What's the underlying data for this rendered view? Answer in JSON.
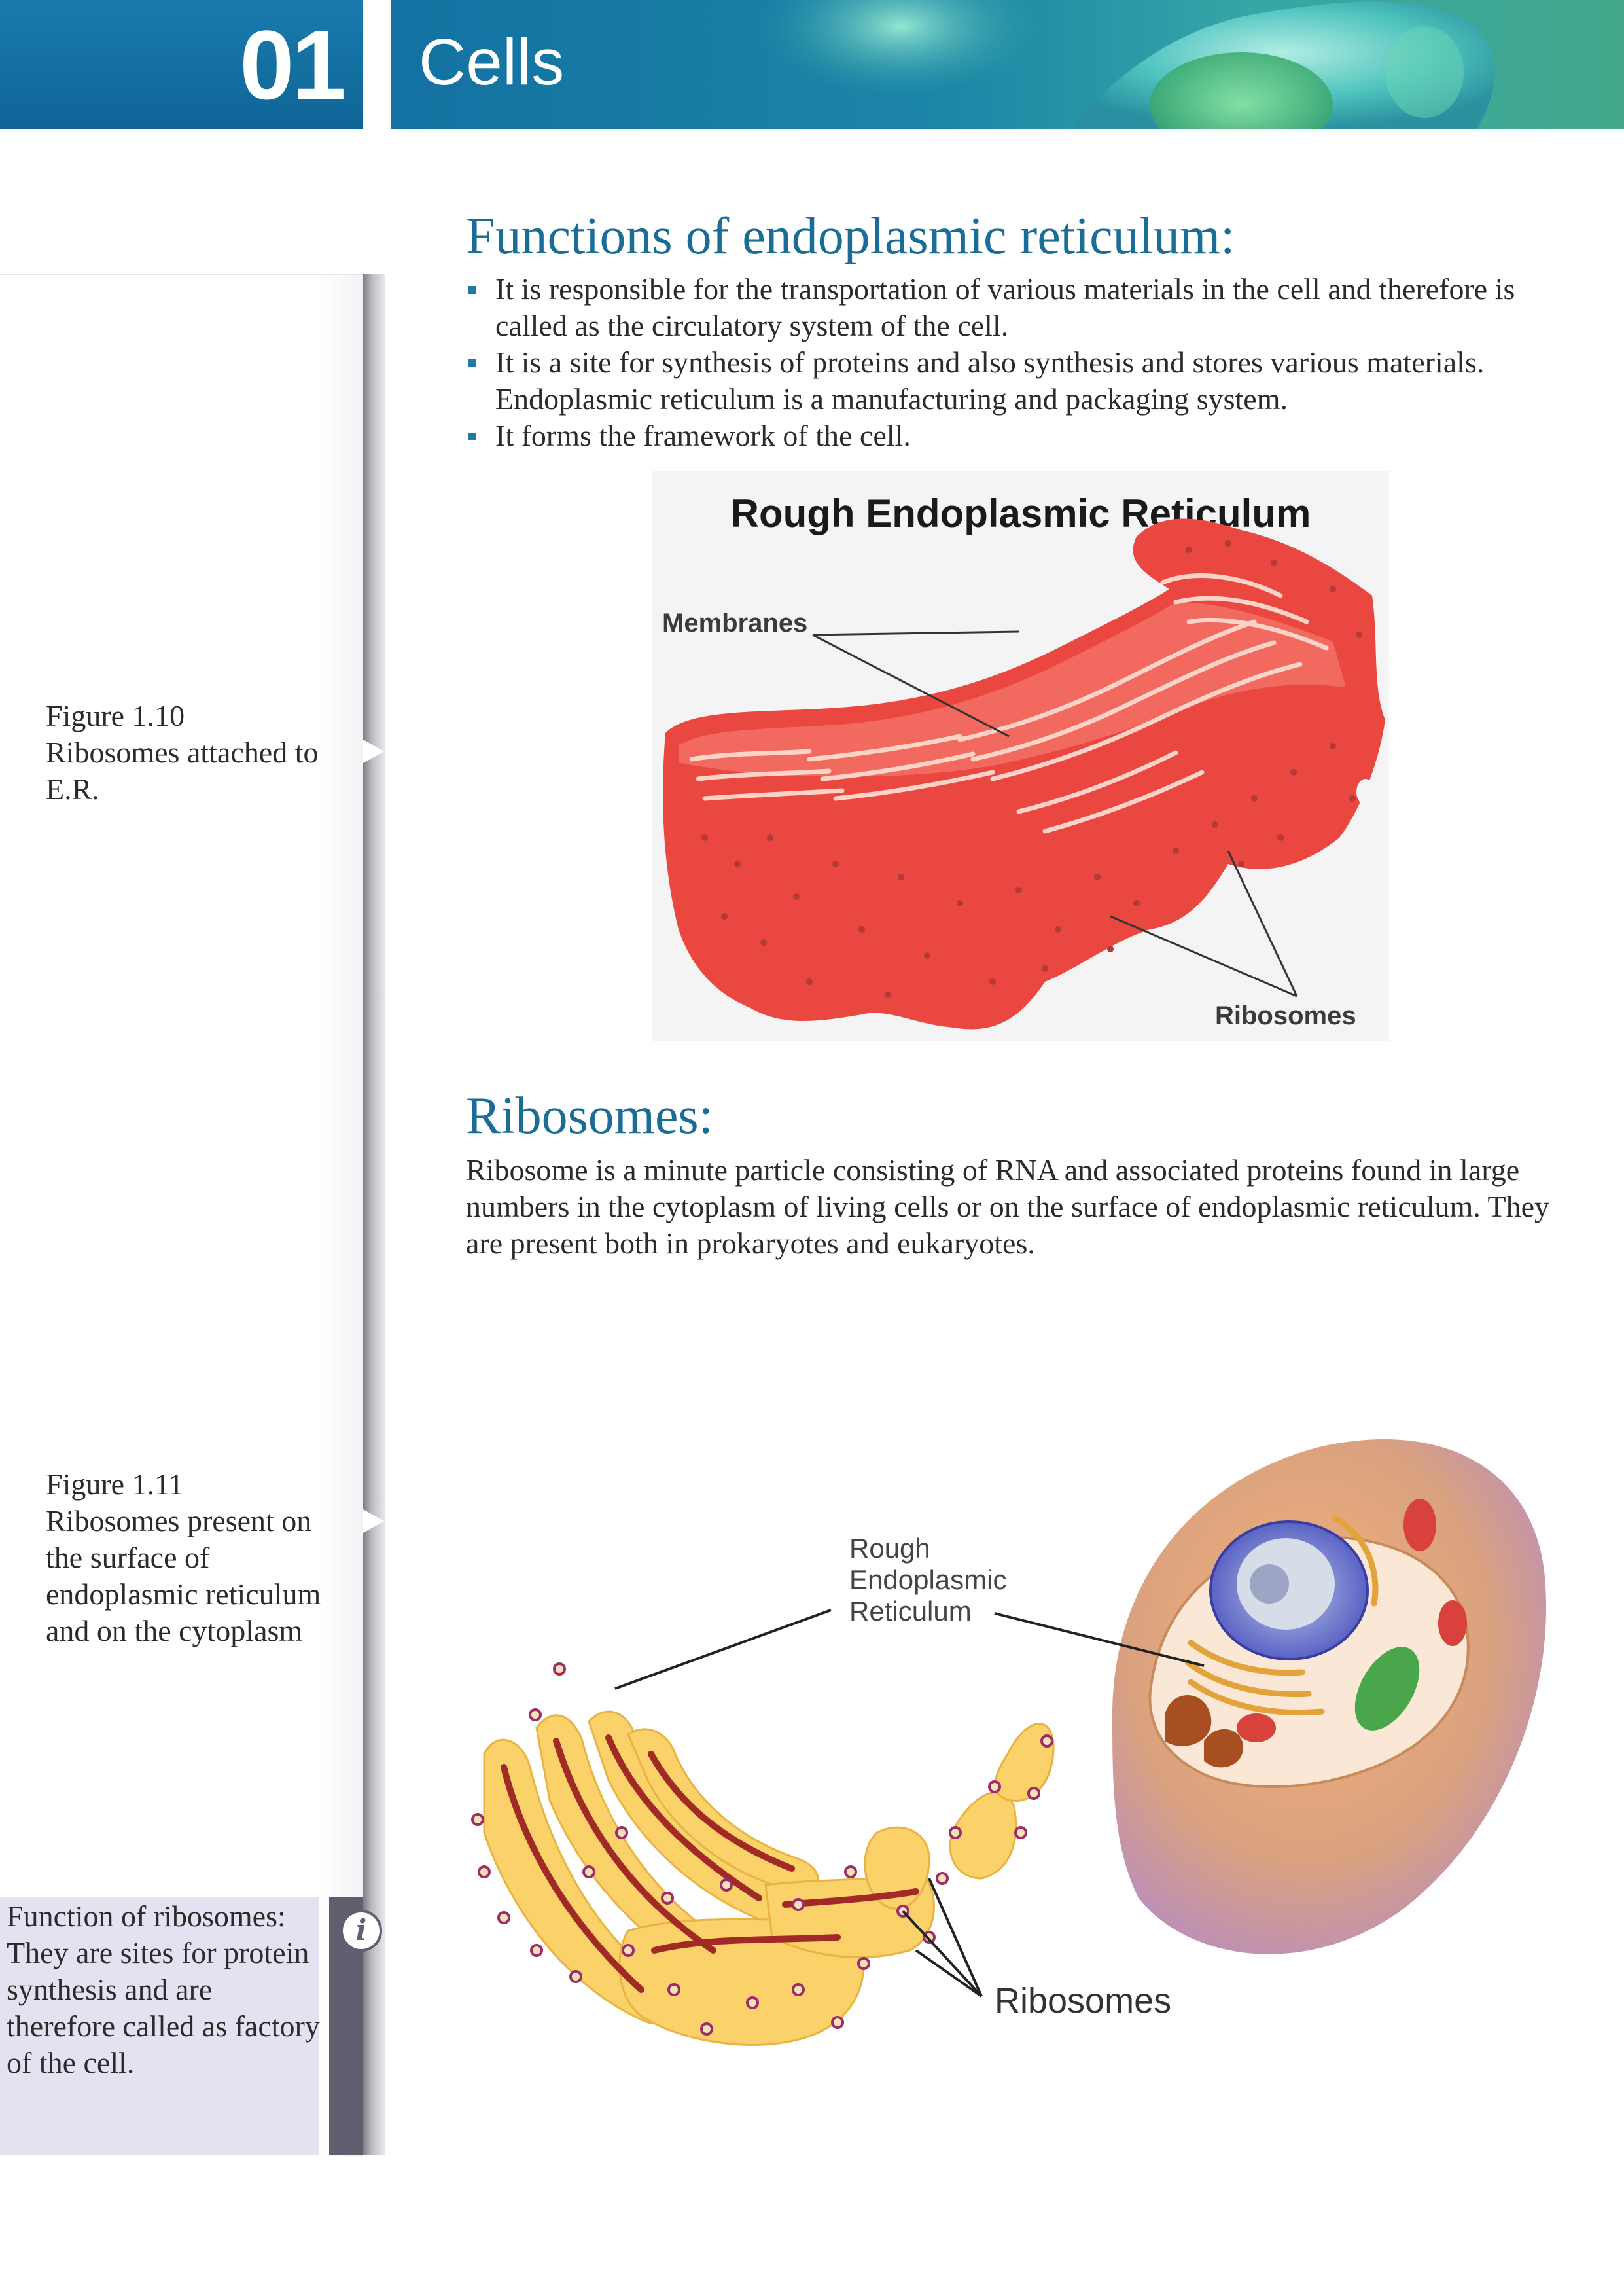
{
  "header": {
    "chapter_number": "01",
    "chapter_title": "Cells"
  },
  "sections": {
    "er_functions": {
      "heading": "Functions of endoplasmic reticulum:",
      "bullets": [
        "It is responsible for the transportation of various materials in the cell and therefore is called as the circulatory system of the cell.",
        "It is a site for synthesis of proteins and also synthesis and stores various materials. Endoplasmic reticulum is a manufacturing and packaging system.",
        "It forms the framework of the cell."
      ]
    },
    "ribosomes": {
      "heading": "Ribosomes:",
      "paragraph": "Ribosome is a minute particle consisting of RNA and associated proteins found in large numbers in the cytoplasm of living cells or on the surface of endoplasmic reticulum. They are present both in prokaryotes and eukaryotes."
    }
  },
  "figures": {
    "fig_1_10": {
      "caption_number": "Figure 1.10",
      "caption_text": "Ribosomes attached to E.R.",
      "image_title": "Rough Endoplasmic Reticulum",
      "label_membranes": "Membranes",
      "label_ribosomes": "Ribosomes"
    },
    "fig_1_11": {
      "caption_number": "Figure 1.11",
      "caption_text": "Ribosomes present on the surface of endoplasmic reticulum and on the cytoplasm",
      "label_rer_line1": "Rough",
      "label_rer_line2": "Endoplasmic",
      "label_rer_line3": "Reticulum",
      "label_ribosomes": "Ribosomes"
    }
  },
  "info_note": {
    "icon": "info-icon",
    "text": "Function of ribosomes: They are sites for protein synthesis and are therefore called as factory of the cell."
  },
  "colors": {
    "header_blue": "#0f6597",
    "heading_blue": "#1a6d97",
    "er_red": "#e94f47",
    "er_yellow": "#f7c64f",
    "info_box": "#e4e1f0"
  }
}
